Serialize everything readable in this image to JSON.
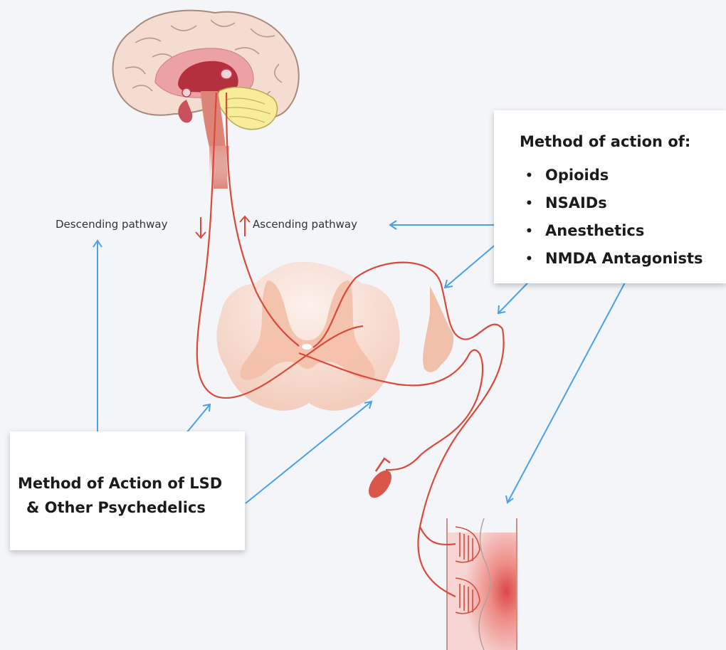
{
  "labels": {
    "descending": "Descending pathway",
    "ascending": "Ascending pathway"
  },
  "right_box": {
    "title": "Method of action of:",
    "items": [
      "Opioids",
      "NSAIDs",
      "Anesthetics",
      "NMDA Antagonists"
    ]
  },
  "left_box": {
    "title_line1": "Method of Action of LSD",
    "title_line2": "& Other Psychedelics"
  },
  "colors": {
    "arrow_blue": "#4aa1ea",
    "nerve_red": "#d94a3b",
    "tissue_pink": "#f7d5c8",
    "background": "#f3f5f8"
  }
}
